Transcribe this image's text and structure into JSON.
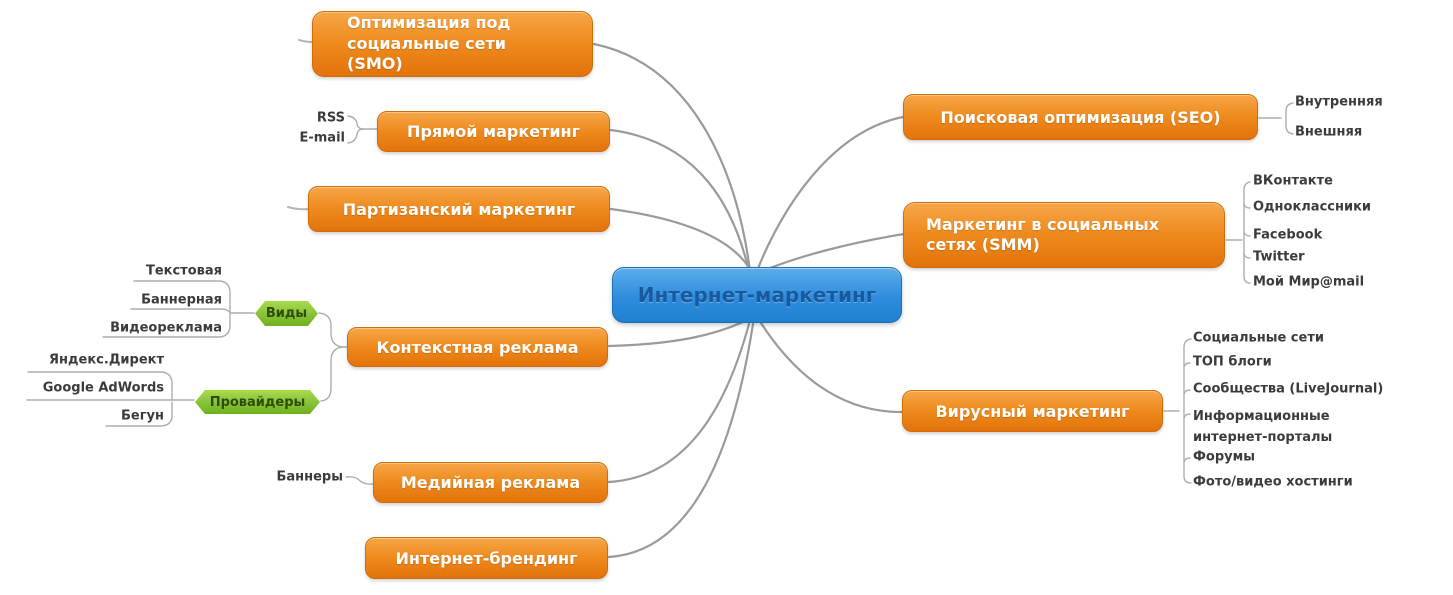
{
  "map": {
    "center": {
      "label": "Интернет-маркетинг"
    },
    "left_branches": [
      {
        "label": "Оптимизация под социальные сети (SMO)"
      },
      {
        "label": "Прямой маркетинг",
        "children": [
          {
            "label": "RSS"
          },
          {
            "label": "E-mail"
          }
        ]
      },
      {
        "label": "Партизанский маркетинг"
      },
      {
        "label": "Контекстная реклама",
        "groups": [
          {
            "label": "Виды",
            "children": [
              {
                "label": "Текстовая"
              },
              {
                "label": "Баннерная"
              },
              {
                "label": "Видеореклама"
              }
            ]
          },
          {
            "label": "Провайдеры",
            "children": [
              {
                "label": "Яндекс.Директ"
              },
              {
                "label": "Google AdWords"
              },
              {
                "label": "Бегун"
              }
            ]
          }
        ]
      },
      {
        "label": "Медийная реклама",
        "children": [
          {
            "label": "Баннеры"
          }
        ]
      },
      {
        "label": "Интернет-брендинг"
      }
    ],
    "right_branches": [
      {
        "label": "Поисковая оптимизация (SEO)",
        "children": [
          {
            "label": "Внутренняя"
          },
          {
            "label": "Внешняя"
          }
        ]
      },
      {
        "label": "Маркетинг в социальных сетях (SMM)",
        "children": [
          {
            "label": "ВКонтакте"
          },
          {
            "label": "Одноклассники"
          },
          {
            "label": "Facebook"
          },
          {
            "label": "Twitter"
          },
          {
            "label": "Мой Мир@mail"
          }
        ]
      },
      {
        "label": "Вирусный маркетинг",
        "children": [
          {
            "label": "Социальные сети"
          },
          {
            "label": "ТОП блоги"
          },
          {
            "label": "Сообщества (LiveJournal)"
          },
          {
            "label": "Информационные интернет-порталы"
          },
          {
            "label": "Форумы"
          },
          {
            "label": "Фото/видео хостинги"
          }
        ]
      }
    ],
    "colors": {
      "branch_node": "#ee8b1e",
      "center_node": "#2f8cdd",
      "group_node": "#8cc63f",
      "connector": "#9a9a9a",
      "leaf_text": "#3b3b3b"
    }
  }
}
